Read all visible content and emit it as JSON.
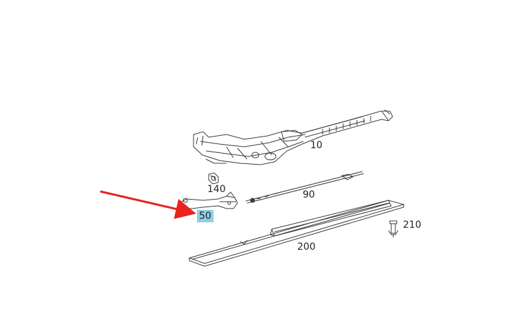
{
  "colors": {
    "line": "#3a3a3a",
    "highlight": "#8fcfe6",
    "arrow": "#e8231f"
  },
  "callouts": {
    "c10": "10",
    "c140": "140",
    "c90": "90",
    "c50": "50",
    "c210": "210",
    "c200": "200"
  },
  "pointer_arrow": {
    "target": "50"
  },
  "parts": [
    "sunroof-frame-assembly",
    "clip",
    "drive-cable",
    "bracket",
    "push-rivet",
    "rail-trim-strip"
  ]
}
